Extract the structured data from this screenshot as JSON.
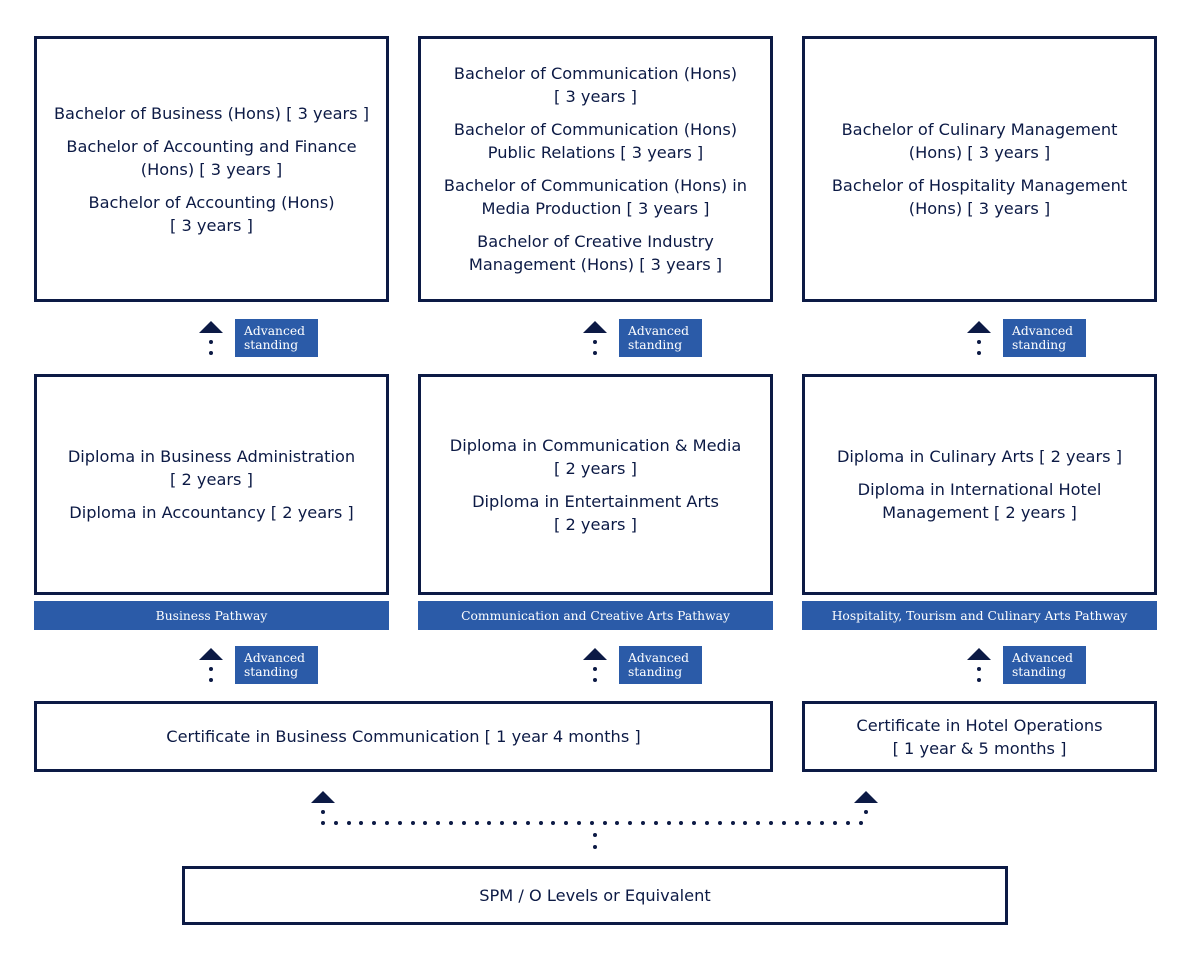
{
  "bachelor_boxes": [
    {
      "entries": [
        "Bachelor of Business (Hons) [ 3 years ]",
        "Bachelor of Accounting and Finance\n(Hons) [ 3 years ]",
        "Bachelor of Accounting (Hons)\n[ 3 years ]"
      ]
    },
    {
      "entries": [
        "Bachelor of Communication (Hons)\n[ 3 years ]",
        "Bachelor of Communication (Hons)\nPublic Relations [ 3 years ]",
        "Bachelor of Communication (Hons) in\nMedia Production [ 3 years ]",
        "Bachelor of Creative Industry\nManagement (Hons) [ 3 years ]"
      ]
    },
    {
      "entries": [
        "Bachelor of Culinary Management\n(Hons) [ 3 years ]",
        "Bachelor of Hospitality Management\n(Hons) [ 3 years ]"
      ]
    }
  ],
  "diploma_boxes": [
    {
      "entries": [
        "Diploma in Business Administration\n[ 2 years ]",
        "Diploma in Accountancy [ 2 years ]"
      ]
    },
    {
      "entries": [
        "Diploma in Communication & Media\n[ 2 years ]",
        "Diploma in Entertainment Arts\n[ 2 years ]"
      ]
    },
    {
      "entries": [
        "Diploma in Culinary Arts [ 2 years ]",
        "Diploma in International Hotel\nManagement [ 2 years ]"
      ]
    }
  ],
  "pathways": [
    "Business Pathway",
    "Communication and Creative Arts Pathway",
    "Hospitality, Tourism and Culinary Arts Pathway"
  ],
  "advanced_standing": "Advanced\nstanding",
  "certificates": {
    "business": "Certificate in Business Communication [ 1 year 4 months ]",
    "hotel": "Certificate in Hotel Operations\n[ 1 year & 5 months ]"
  },
  "entry_level": "SPM / O Levels or Equivalent",
  "colors": {
    "navy": "#0c1a45",
    "blue": "#2b5ba8"
  }
}
